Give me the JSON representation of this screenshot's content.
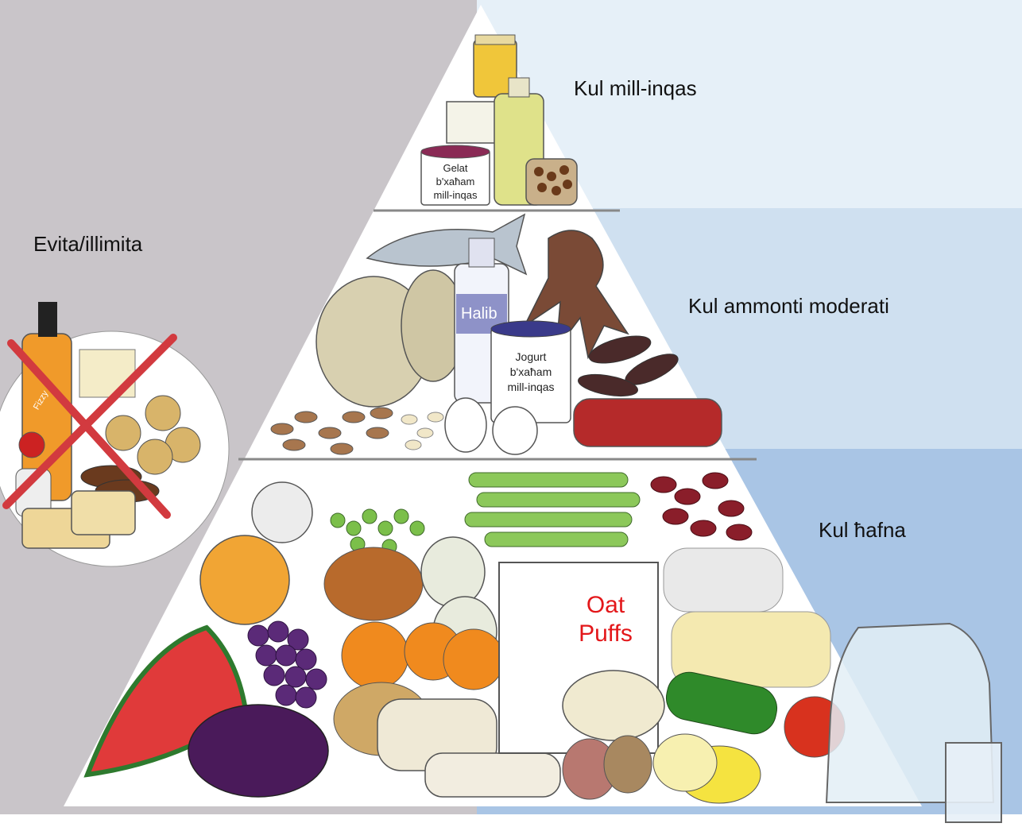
{
  "tiers": {
    "top": {
      "label": "Kul mill-inqas"
    },
    "middle": {
      "label": "Kul ammonti moderati"
    },
    "bottom": {
      "label": "Kul ħafna"
    }
  },
  "avoid": {
    "label": "Evita/illimita",
    "bottle_label": "Fizzy"
  },
  "products": {
    "ice_cream": [
      "Gelat",
      "b'xaħam",
      "mill-inqas"
    ],
    "milk": "Halib",
    "yogurt": [
      "Jogurt",
      "b'xaħam",
      "mill-inqas"
    ],
    "cereal": [
      "Oat",
      "Puffs"
    ]
  },
  "colors": {
    "left_gray": "#c8c4c8",
    "band_top": "#e6f0f8",
    "band_middle": "#cfe0f0",
    "band_bottom": "#a8c4e4",
    "cross": "#d23a3f",
    "cereal_text": "#e3171a"
  }
}
